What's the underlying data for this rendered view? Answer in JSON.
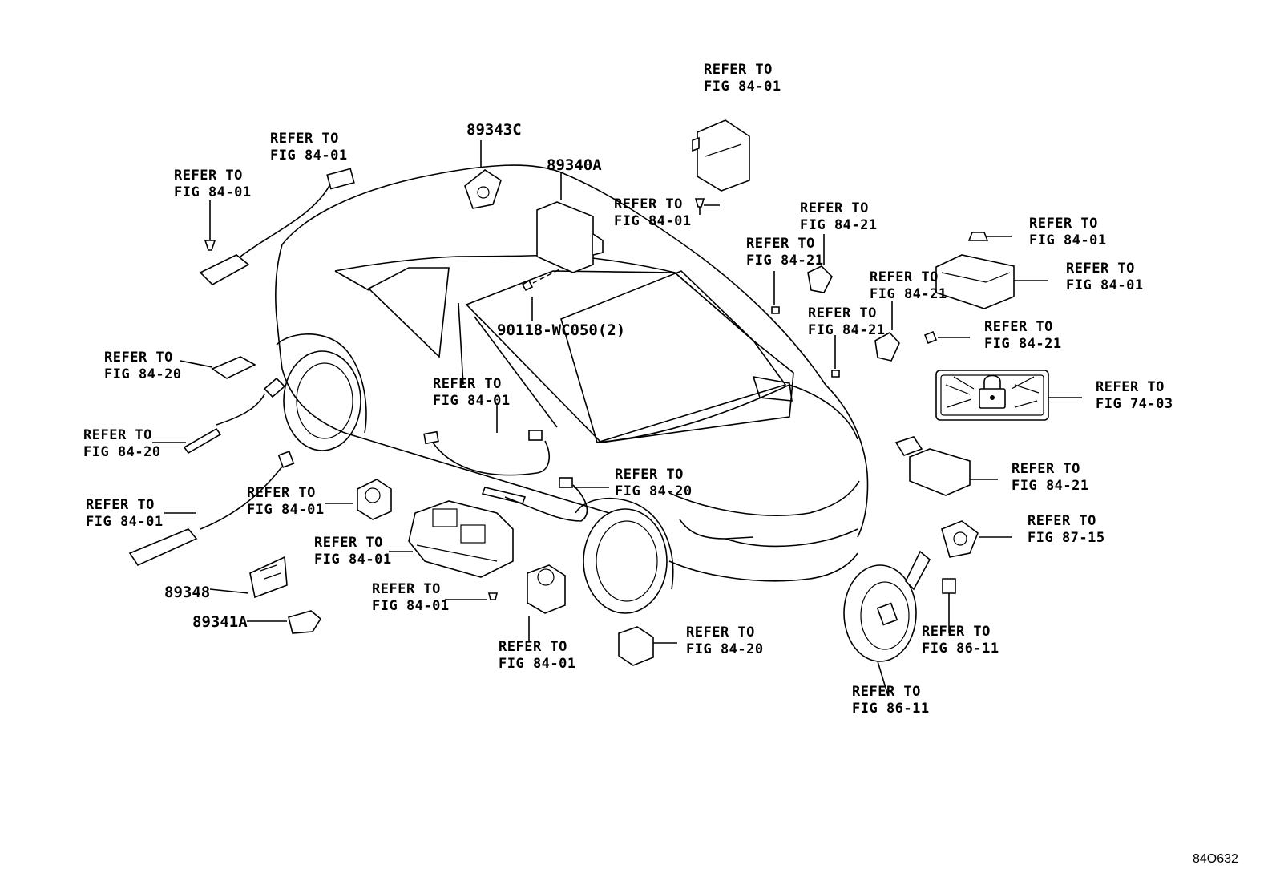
{
  "refer": {
    "r01": {
      "l1": "REFER TO",
      "l2": "FIG 84-01"
    },
    "r02": {
      "l1": "REFER TO",
      "l2": "FIG 84-01"
    },
    "r03": {
      "l1": "REFER TO",
      "l2": "FIG 84-01"
    },
    "r04": {
      "l1": "REFER TO",
      "l2": "FIG 84-01"
    },
    "r05": {
      "l1": "REFER TO",
      "l2": "FIG 84-21"
    },
    "r06": {
      "l1": "REFER TO",
      "l2": "FIG 84-21"
    },
    "r07": {
      "l1": "REFER TO",
      "l2": "FIG 84-01"
    },
    "r08": {
      "l1": "REFER TO",
      "l2": "FIG 84-01"
    },
    "r09": {
      "l1": "REFER TO",
      "l2": "FIG 84-21"
    },
    "r10": {
      "l1": "REFER TO",
      "l2": "FIG 84-21"
    },
    "r11": {
      "l1": "REFER TO",
      "l2": "FIG 84-21"
    },
    "r12": {
      "l1": "REFER TO",
      "l2": "FIG 84-20"
    },
    "r13": {
      "l1": "REFER TO",
      "l2": "FIG 74-03"
    },
    "r14": {
      "l1": "REFER TO",
      "l2": "FIG 84-01"
    },
    "r15": {
      "l1": "REFER TO",
      "l2": "FIG 84-20"
    },
    "r16": {
      "l1": "REFER TO",
      "l2": "FIG 84-20"
    },
    "r17": {
      "l1": "REFER TO",
      "l2": "FIG 84-21"
    },
    "r18": {
      "l1": "REFER TO",
      "l2": "FIG 84-01"
    },
    "r19": {
      "l1": "REFER TO",
      "l2": "FIG 84-01"
    },
    "r20": {
      "l1": "REFER TO",
      "l2": "FIG 84-01"
    },
    "r21": {
      "l1": "REFER TO",
      "l2": "FIG 87-15"
    },
    "r22": {
      "l1": "REFER TO",
      "l2": "FIG 84-01"
    },
    "r23": {
      "l1": "REFER TO",
      "l2": "FIG 84-01"
    },
    "r24": {
      "l1": "REFER TO",
      "l2": "FIG 86-11"
    },
    "r25": {
      "l1": "REFER TO",
      "l2": "FIG 84-20"
    },
    "r26": {
      "l1": "REFER TO",
      "l2": "FIG 86-11"
    }
  },
  "parts": {
    "p89343C": "89343C",
    "p89340A": "89340A",
    "p90118": "90118-WC050(2)",
    "p89348": "89348",
    "p89341A": "89341A"
  },
  "diagram_code": "84O632"
}
